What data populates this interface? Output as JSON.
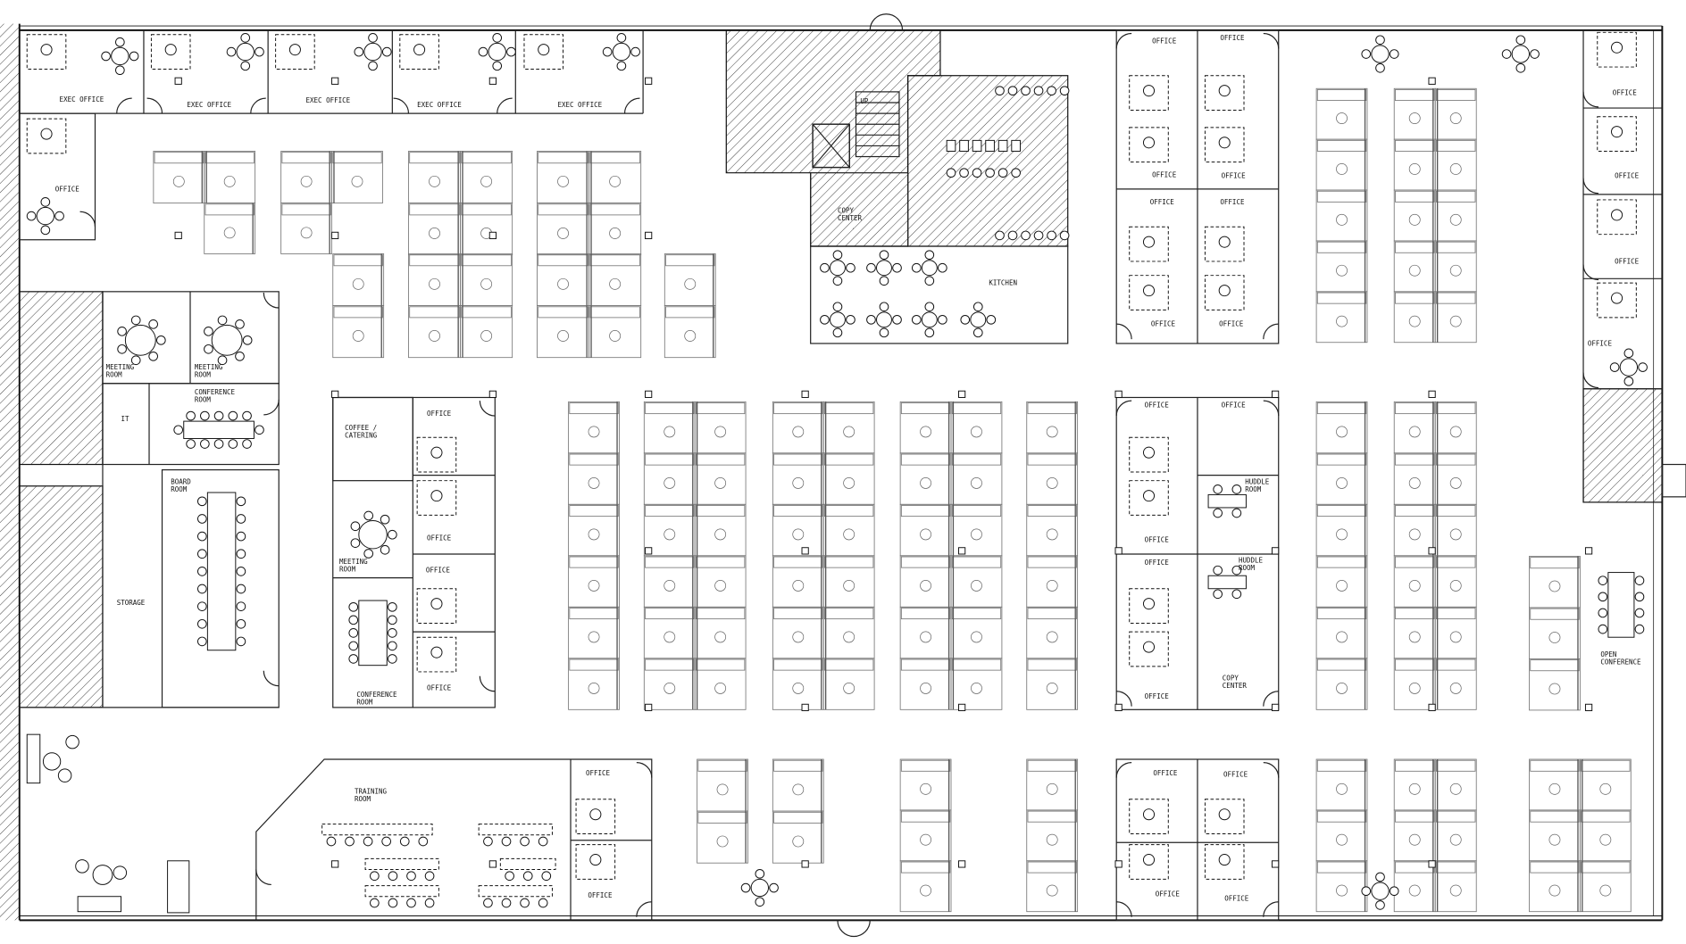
{
  "plan": {
    "exec_offices": [
      "EXEC OFFICE",
      "EXEC OFFICE",
      "EXEC OFFICE",
      "EXEC OFFICE",
      "EXEC OFFICE"
    ],
    "west": {
      "office": "OFFICE",
      "meeting_room_1": [
        "MEETING",
        "ROOM"
      ],
      "meeting_room_2": [
        "MEETING",
        "ROOM"
      ],
      "conference_room": [
        "CONFERENCE",
        "ROOM"
      ],
      "it": "IT",
      "board_room": [
        "BOARD",
        "ROOM"
      ],
      "storage": "STORAGE"
    },
    "center_west": {
      "coffee": [
        "COFFEE /",
        "CATERING"
      ],
      "offices": [
        "OFFICE",
        "OFFICE",
        "OFFICE",
        "OFFICE"
      ],
      "meeting_room": [
        "MEETING",
        "ROOM"
      ],
      "conference_room": [
        "CONFERENCE",
        "ROOM"
      ]
    },
    "training": {
      "room": [
        "TRAINING",
        "ROOM"
      ],
      "offices": [
        "OFFICE",
        "OFFICE"
      ]
    },
    "core": {
      "copy_center": [
        "COPY",
        "CENTER"
      ],
      "kitchen": "KITCHEN",
      "stair_up": "UP"
    },
    "office_cluster_north": [
      "OFFICE",
      "OFFICE",
      "OFFICE",
      "OFFICE",
      "OFFICE",
      "OFFICE",
      "OFFICE",
      "OFFICE"
    ],
    "office_cluster_middle": {
      "offices": [
        "OFFICE",
        "OFFICE",
        "OFFICE",
        "OFFICE",
        "OFFICE"
      ],
      "huddle_room_1": [
        "HUDDLE",
        "ROOM"
      ],
      "huddle_room_2": [
        "HUDDLE",
        "ROOM"
      ],
      "copy_center": [
        "COPY",
        "CENTER"
      ]
    },
    "office_cluster_south": [
      "OFFICE",
      "OFFICE",
      "OFFICE",
      "OFFICE"
    ],
    "east_offices": [
      "OFFICE",
      "OFFICE",
      "OFFICE",
      "OFFICE"
    ],
    "open_conference": [
      "OPEN",
      "CONFERENCE"
    ]
  }
}
